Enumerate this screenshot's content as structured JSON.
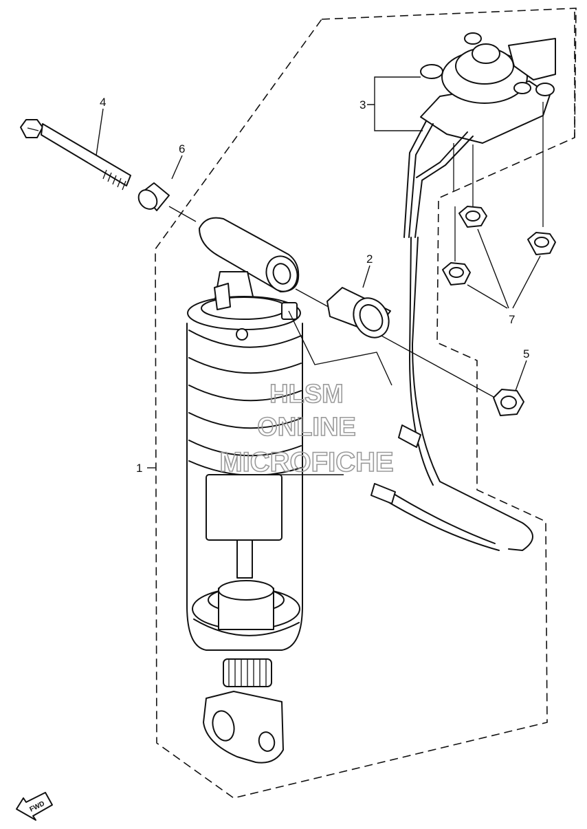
{
  "callouts": {
    "c1": "1",
    "c2": "2",
    "c3": "3",
    "c4": "4",
    "c5": "5",
    "c6": "6",
    "c7": "7"
  },
  "watermark": {
    "line1": "HLSM",
    "line2": "ONLINE",
    "line3": "MICROFICHE"
  },
  "direction_badge": {
    "label": "FWD",
    "icon": "arrow-icon"
  }
}
